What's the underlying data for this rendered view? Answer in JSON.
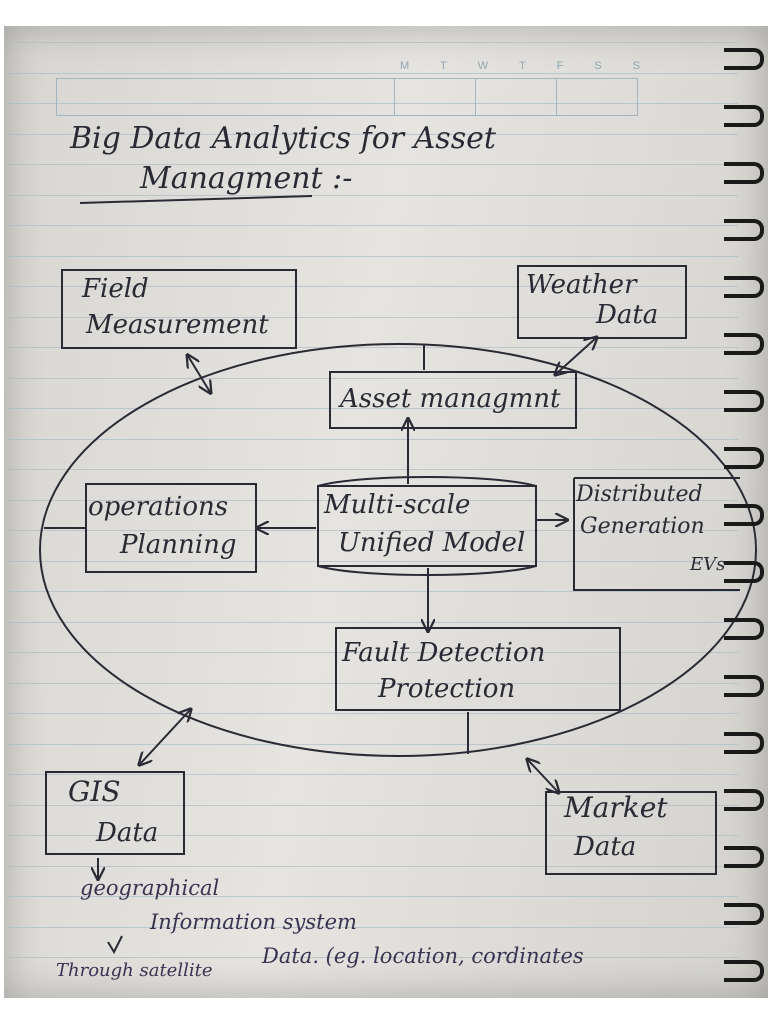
{
  "notebook": {
    "weekdays": [
      "M",
      "T",
      "W",
      "T",
      "F",
      "S",
      "S"
    ]
  },
  "title": {
    "line1": "Big Data Analytics for Asset",
    "line2": "Managment :-"
  },
  "boxes": {
    "field_measurement": [
      "Field",
      "Measurement"
    ],
    "weather_data": [
      "Weather",
      "Data"
    ],
    "asset_management": "Asset managmnt",
    "operations_planning": [
      "operations",
      "Planning"
    ],
    "unified_model": [
      "Multi-scale",
      "Unified Model"
    ],
    "distributed_generation": [
      "Distributed",
      "Generation",
      "EVs"
    ],
    "fault_detection": [
      "Fault Detection",
      "Protection"
    ],
    "gis_data": [
      "GIS",
      "Data"
    ],
    "market_data": [
      "Market",
      "Data"
    ]
  },
  "notes": {
    "gis_expansion": [
      "geographical",
      "Information system"
    ],
    "footnote_left": "Through satellite",
    "footnote_right": "Data. (eg. location, cordinates"
  },
  "colors": {
    "ink": "#2a2a34",
    "rule": "#a9bcc6",
    "paper": "#dedcd8"
  }
}
